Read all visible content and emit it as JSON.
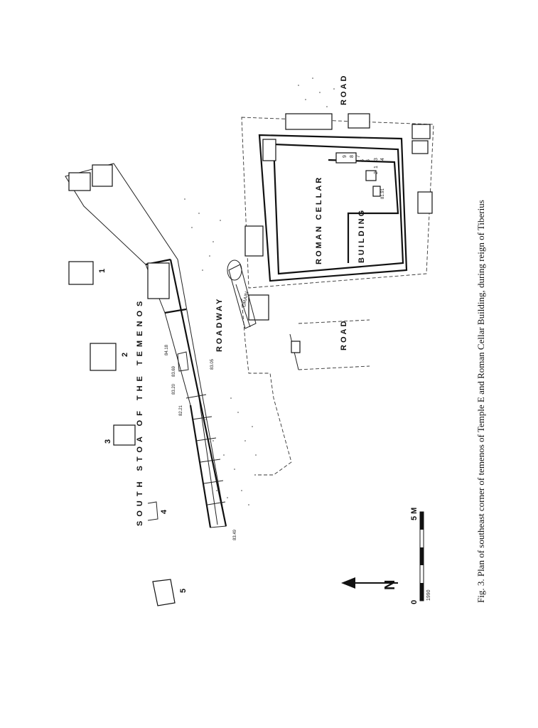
{
  "labels": {
    "stoa": "SOUTH STOA OF THE TEMENOS",
    "roadway": "ROADWAY",
    "drain": "DRAIN",
    "road_top": "ROAD",
    "road_mid": "ROAD",
    "cellar_line1": "ROMAN CELLAR",
    "cellar_line2": "BUILDING"
  },
  "monument_numbers": [
    "1",
    "2",
    "3",
    "4",
    "5"
  ],
  "room_numbers": [
    "9",
    "8",
    "7",
    "6",
    "5",
    "3",
    "4",
    "1",
    "2"
  ],
  "elevations": {
    "e8418": "84.18",
    "e8305": "83.05",
    "e8369": "83.69",
    "e8320": "83.20",
    "e8221": "82.21",
    "e8349": "83.49",
    "e8191": "81.91"
  },
  "scale": {
    "start": "0",
    "end": "5 M",
    "credit": "1990"
  },
  "north_label": "N",
  "caption": "Fig. 3.  Plan of southeast corner of temenos of Temple E and Roman Cellar Building, during reign of Tiberius"
}
